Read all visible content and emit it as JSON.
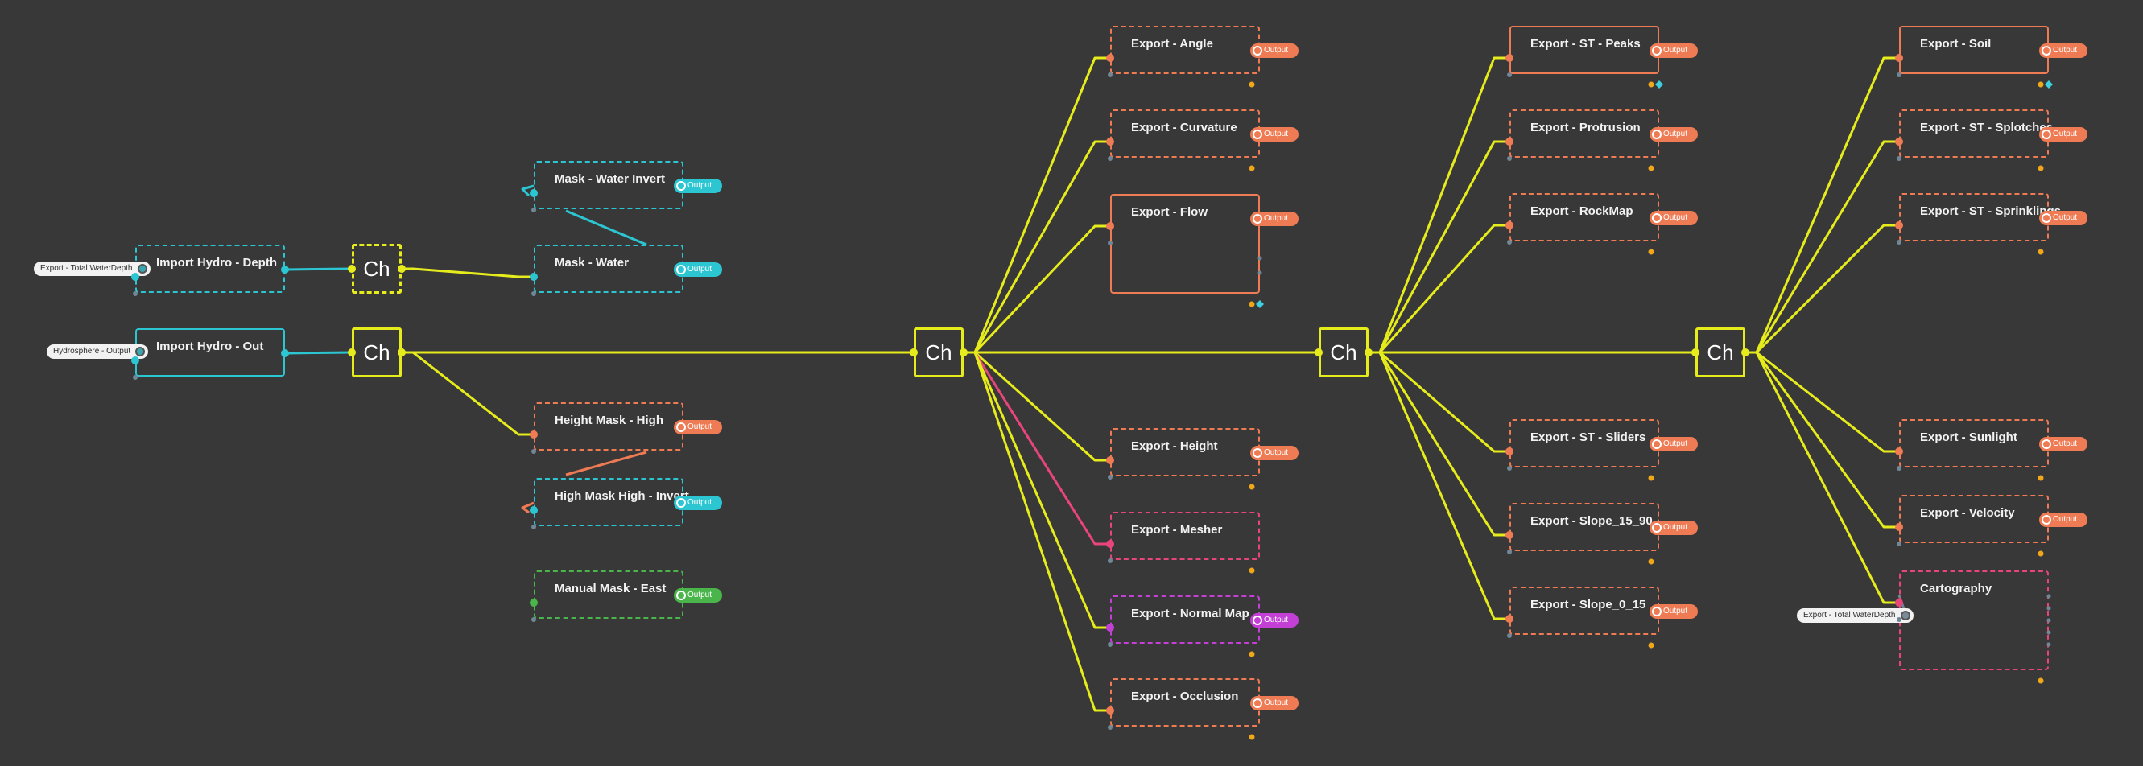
{
  "colors": {
    "background": "#383838",
    "wire": "#e6ec1c",
    "cyan": "#2cc6d3",
    "orange": "#ef7b54",
    "pink": "#e8457a",
    "magenta": "#c43fd6",
    "green": "#49b54a",
    "yellow": "#e6ec1c",
    "amber": "#f0a81a",
    "slate": "#6f8796"
  },
  "output_label": "Output",
  "hub_label": "Ch",
  "external_inputs": [
    {
      "id": "ext-total-water",
      "label": "Export - Total WaterDepth"
    },
    {
      "id": "ext-hydrosphere",
      "label": "Hydrosphere - Output"
    },
    {
      "id": "ext-total-water-2",
      "label": "Export - Total WaterDepth"
    }
  ],
  "nodes": [
    {
      "id": "import-hydro-depth",
      "title": "Import Hydro - Depth",
      "color": "cyan",
      "style": "dashed",
      "output": false
    },
    {
      "id": "import-hydro-out",
      "title": "Import Hydro - Out",
      "color": "cyan",
      "style": "solid",
      "output": false
    },
    {
      "id": "mask-water-invert",
      "title": "Mask - Water Invert",
      "color": "cyan",
      "style": "dashed",
      "output": true
    },
    {
      "id": "mask-water",
      "title": "Mask - Water",
      "color": "cyan",
      "style": "dashed",
      "output": true
    },
    {
      "id": "height-mask-high",
      "title": "Height Mask - High",
      "color": "orange",
      "style": "dashed",
      "output": true
    },
    {
      "id": "high-mask-high-invert",
      "title": "High Mask High - Invert",
      "color": "cyan",
      "style": "dashed",
      "output": true
    },
    {
      "id": "manual-mask-east",
      "title": "Manual Mask - East",
      "color": "green",
      "style": "dashed",
      "output": true
    },
    {
      "id": "export-angle",
      "title": "Export - Angle",
      "color": "orange",
      "style": "dashed",
      "output": true
    },
    {
      "id": "export-curvature",
      "title": "Export - Curvature",
      "color": "orange",
      "style": "dashed",
      "output": true
    },
    {
      "id": "export-flow",
      "title": "Export - Flow",
      "color": "orange",
      "style": "solid",
      "output": true
    },
    {
      "id": "export-height",
      "title": "Export - Height",
      "color": "orange",
      "style": "dashed",
      "output": true
    },
    {
      "id": "export-mesher",
      "title": "Export - Mesher",
      "color": "pink",
      "style": "dashed",
      "output": false
    },
    {
      "id": "export-normal-map",
      "title": "Export - Normal Map",
      "color": "magenta",
      "style": "dashed",
      "output": true
    },
    {
      "id": "export-occlusion",
      "title": "Export - Occlusion",
      "color": "orange",
      "style": "dashed",
      "output": true
    },
    {
      "id": "export-st-peaks",
      "title": "Export - ST - Peaks",
      "color": "orange",
      "style": "solid",
      "output": true
    },
    {
      "id": "export-protrusion",
      "title": "Export - Protrusion",
      "color": "orange",
      "style": "dashed",
      "output": true
    },
    {
      "id": "export-rockmap",
      "title": "Export - RockMap",
      "color": "orange",
      "style": "dashed",
      "output": true
    },
    {
      "id": "export-st-sliders",
      "title": "Export - ST - Sliders",
      "color": "orange",
      "style": "dashed",
      "output": true
    },
    {
      "id": "export-slope-15-90",
      "title": "Export - Slope_15_90",
      "color": "orange",
      "style": "dashed",
      "output": true
    },
    {
      "id": "export-slope-0-15",
      "title": "Export - Slope_0_15",
      "color": "orange",
      "style": "dashed",
      "output": true
    },
    {
      "id": "export-soil",
      "title": "Export - Soil",
      "color": "orange",
      "style": "solid",
      "output": true
    },
    {
      "id": "export-st-splotches",
      "title": "Export - ST - Splotches",
      "color": "orange",
      "style": "dashed",
      "output": true
    },
    {
      "id": "export-st-sprinklings",
      "title": "Export - ST - Sprinklings",
      "color": "orange",
      "style": "dashed",
      "output": true
    },
    {
      "id": "export-sunlight",
      "title": "Export - Sunlight",
      "color": "orange",
      "style": "dashed",
      "output": true
    },
    {
      "id": "export-velocity",
      "title": "Export - Velocity",
      "color": "orange",
      "style": "dashed",
      "output": true
    },
    {
      "id": "cartography",
      "title": "Cartography",
      "color": "pink",
      "style": "dashed",
      "output": false
    }
  ],
  "hubs": [
    {
      "id": "ch-depth",
      "style": "dashed"
    },
    {
      "id": "ch-main-1",
      "style": "solid"
    },
    {
      "id": "ch-main-2",
      "style": "solid"
    },
    {
      "id": "ch-main-3",
      "style": "solid"
    },
    {
      "id": "ch-main-4",
      "style": "solid"
    }
  ],
  "edges": [
    {
      "from": "import-hydro-depth",
      "to": "ch-depth",
      "color": "cyan"
    },
    {
      "from": "ch-depth",
      "to": "mask-water",
      "color": "yellow"
    },
    {
      "from": "mask-water",
      "to": "mask-water-invert",
      "color": "cyan"
    },
    {
      "from": "import-hydro-out",
      "to": "ch-main-1",
      "color": "cyan"
    },
    {
      "from": "ch-main-1",
      "to": "height-mask-high",
      "color": "yellow"
    },
    {
      "from": "height-mask-high",
      "to": "high-mask-high-invert",
      "color": "orange"
    },
    {
      "from": "ch-main-1",
      "to": "ch-main-2",
      "color": "yellow"
    },
    {
      "from": "ch-main-2",
      "to": "export-angle",
      "color": "yellow"
    },
    {
      "from": "ch-main-2",
      "to": "export-curvature",
      "color": "yellow"
    },
    {
      "from": "ch-main-2",
      "to": "export-flow",
      "color": "yellow"
    },
    {
      "from": "ch-main-2",
      "to": "export-height",
      "color": "yellow"
    },
    {
      "from": "ch-main-2",
      "to": "export-mesher",
      "color": "pink"
    },
    {
      "from": "ch-main-2",
      "to": "export-normal-map",
      "color": "yellow"
    },
    {
      "from": "ch-main-2",
      "to": "export-occlusion",
      "color": "yellow"
    },
    {
      "from": "ch-main-2",
      "to": "ch-main-3",
      "color": "yellow"
    },
    {
      "from": "ch-main-3",
      "to": "export-st-peaks",
      "color": "yellow"
    },
    {
      "from": "ch-main-3",
      "to": "export-protrusion",
      "color": "yellow"
    },
    {
      "from": "ch-main-3",
      "to": "export-rockmap",
      "color": "yellow"
    },
    {
      "from": "ch-main-3",
      "to": "export-st-sliders",
      "color": "yellow"
    },
    {
      "from": "ch-main-3",
      "to": "export-slope-15-90",
      "color": "yellow"
    },
    {
      "from": "ch-main-3",
      "to": "export-slope-0-15",
      "color": "yellow"
    },
    {
      "from": "ch-main-3",
      "to": "ch-main-4",
      "color": "yellow"
    },
    {
      "from": "ch-main-4",
      "to": "export-soil",
      "color": "yellow"
    },
    {
      "from": "ch-main-4",
      "to": "export-st-splotches",
      "color": "yellow"
    },
    {
      "from": "ch-main-4",
      "to": "export-st-sprinklings",
      "color": "yellow"
    },
    {
      "from": "ch-main-4",
      "to": "export-sunlight",
      "color": "yellow"
    },
    {
      "from": "ch-main-4",
      "to": "export-velocity",
      "color": "yellow"
    },
    {
      "from": "ch-main-4",
      "to": "cartography",
      "color": "yellow"
    },
    {
      "from": "ext-total-water",
      "to": "import-hydro-depth",
      "color": "cyan"
    },
    {
      "from": "ext-hydrosphere",
      "to": "import-hydro-out",
      "color": "cyan"
    },
    {
      "from": "ext-total-water-2",
      "to": "cartography",
      "color": "slate"
    }
  ]
}
